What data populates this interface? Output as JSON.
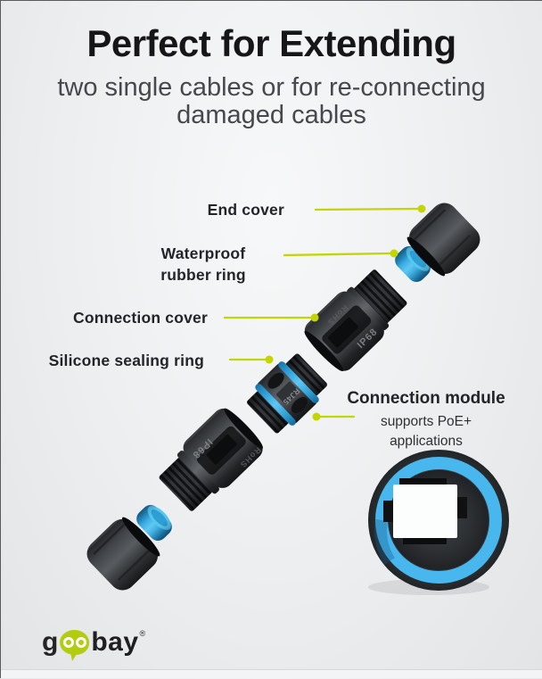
{
  "page": {
    "title": "Perfect for Extending",
    "subtitle": "two single cables or for re-connecting\ndamaged cables"
  },
  "labels": {
    "end_cover": "End cover",
    "waterproof_rubber_ring": "Waterproof\nrubber ring",
    "connection_cover": "Connection cover",
    "silicone_sealing_ring": "Silicone sealing ring",
    "connection_module": "Connection module",
    "connection_module_sub": "supports PoE+\napplications"
  },
  "markings": {
    "ip68": "IP68",
    "rohs": "RoHS",
    "rj45": "RJ45"
  },
  "logo": {
    "g": "g",
    "bay": "bay",
    "reg": "®"
  },
  "colors": {
    "accent_green": "#c3d502",
    "part_blue": "#3fb2e8",
    "logo_green": "#b3cc11",
    "title_text": "#161618",
    "subtitle_text": "#46484c"
  }
}
